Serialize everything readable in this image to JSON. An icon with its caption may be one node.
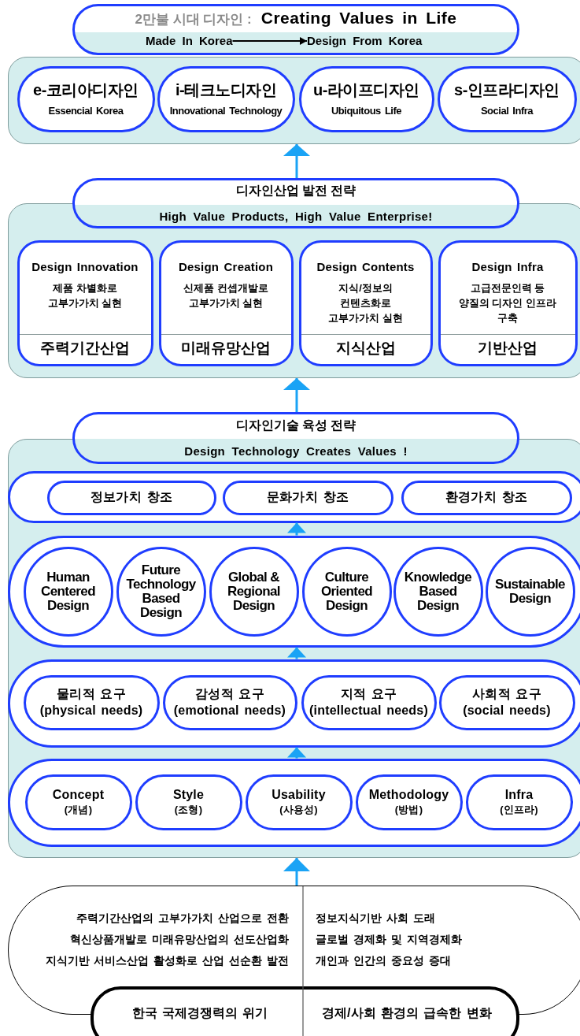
{
  "diagram": {
    "nodes": [
      {
        "text": [],
        "shape": "box"
      },
      {
        "text": [
          "2만불 시대 디자인 :",
          "Creating Values in Life"
        ]
      },
      {
        "text": [
          "Made In Korea"
        ],
        "in": 1
      },
      {
        "text": [
          "Design From Korea"
        ],
        "in": 1
      },
      {
        "text": [
          "e-코리아디자인",
          "Essencial Korea"
        ],
        "in": 0
      },
      {
        "text": [
          "i-테크노디자인",
          "Innovational Technology"
        ],
        "in": 0
      },
      {
        "text": [
          "u-라이프디자인",
          "Ubiquitous Life"
        ],
        "in": 0
      },
      {
        "text": [
          "s-인프라디자인",
          "Social Infra"
        ],
        "in": 0
      },
      {
        "text": [],
        "shape": "box"
      },
      {
        "text": [
          "디자인산업 발전 전략",
          "High Value Products, High Value Enterprise!"
        ]
      },
      {
        "text": [
          "Design Innovation",
          "제품 차별화로 고부가가치 실현",
          "주력기간산업"
        ],
        "in": 8
      },
      {
        "text": [
          "Design Creation",
          "신제품 컨셉개발로 고부가가치 실현",
          "미래유망산업"
        ],
        "in": 8
      },
      {
        "text": [
          "Design Contents",
          "지식/정보의 컨텐츠화로 고부가가치 실현",
          "지식산업"
        ],
        "in": 8
      },
      {
        "text": [
          "Design Infra",
          "고급전문인력 등 양질의 디자인 인프라 구축",
          "기반산업"
        ],
        "in": 8
      },
      {
        "text": [],
        "shape": "box"
      },
      {
        "text": [
          "디자인기술 육성 전략",
          "Design Technology Creates Values !"
        ]
      },
      {
        "text": [],
        "shape": "box",
        "in": 14
      },
      {
        "text": [
          "정보가치 창조"
        ],
        "in": 16
      },
      {
        "text": [
          "문화가치 창조"
        ],
        "in": 16
      },
      {
        "text": [
          "환경가치 창조"
        ],
        "in": 16
      },
      {
        "text": [],
        "shape": "box",
        "in": 14
      },
      {
        "text": [
          "Human Centered Design"
        ],
        "in": 20
      },
      {
        "text": [
          "Future Technology Based Design"
        ],
        "in": 20
      },
      {
        "text": [
          "Global & Regional Design"
        ],
        "in": 20
      },
      {
        "text": [
          "Culture Oriented Design"
        ],
        "in": 20
      },
      {
        "text": [
          "Knowledge Based Design"
        ],
        "in": 20
      },
      {
        "text": [
          "Sustainable Design"
        ],
        "in": 20
      },
      {
        "text": [],
        "shape": "box",
        "in": 14
      },
      {
        "text": [
          "물리적 요구",
          "(physical needs)"
        ],
        "in": 27
      },
      {
        "text": [
          "감성적 요구",
          "(emotional needs)"
        ],
        "in": 27
      },
      {
        "text": [
          "지적 요구",
          "(intellectual needs)"
        ],
        "in": 27
      },
      {
        "text": [
          "사회적 요구",
          "(social needs)"
        ],
        "in": 27
      },
      {
        "text": [],
        "shape": "box",
        "in": 14
      },
      {
        "text": [
          "Concept",
          "(개념)"
        ],
        "in": 32
      },
      {
        "text": [
          "Style",
          "(조형)"
        ],
        "in": 32
      },
      {
        "text": [
          "Usability",
          "(사용성)"
        ],
        "in": 32
      },
      {
        "text": [
          "Methodology",
          "(방법)"
        ],
        "in": 32
      },
      {
        "text": [
          "Infra",
          "(인프라)"
        ],
        "in": 32
      },
      {
        "text": [
          "주력기간산업의 고부가가치 산업으로 전환",
          "혁신상품개발로 미래유망산업의 선도산업화",
          "지식기반 서비스산업 활성화로 산업 선순환 발전",
          "정보지식기반 사회 도래",
          "글로벌 경제화 및 지역경제화",
          "개인과 인간의 중요성 증대"
        ]
      },
      {
        "text": [
          "한국 국제경쟁력의 위기",
          "경제/사회 환경의 급속한 변화"
        ]
      }
    ],
    "edges": [
      {
        "from": 2,
        "to": 3,
        "arrow": "to",
        "color": "#000000"
      },
      {
        "from": 9,
        "to": 0,
        "arrow": "to"
      },
      {
        "from": 15,
        "to": 8,
        "arrow": "to"
      },
      {
        "from": 20,
        "to": 16,
        "arrow": "to"
      },
      {
        "from": 27,
        "to": 20,
        "arrow": "to"
      },
      {
        "from": 32,
        "to": 27,
        "arrow": "to"
      },
      {
        "from": 38,
        "to": 14,
        "arrow": "to"
      }
    ]
  }
}
